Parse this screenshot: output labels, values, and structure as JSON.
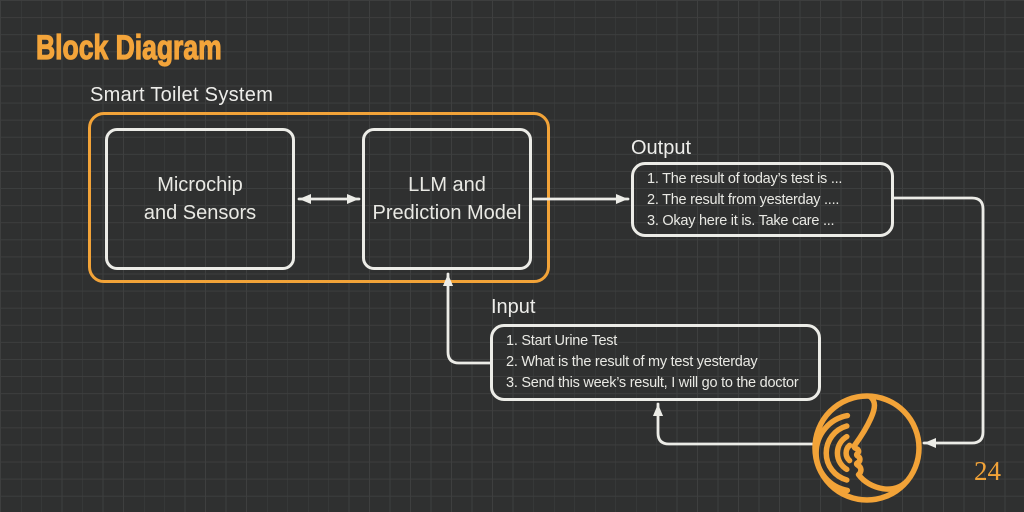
{
  "page": {
    "title": "Block Diagram",
    "page_number": "24"
  },
  "colors": {
    "background": "#2f3030",
    "grid_line": "#3e3f3f",
    "accent_orange": "#F2A338",
    "line_white": "#ECECE7",
    "text_white": "#E9E9E4"
  },
  "diagram": {
    "container_label": "Smart Toilet System",
    "nodes": {
      "microchip": {
        "line1": "Microchip",
        "line2": "and Sensors"
      },
      "llm": {
        "line1": "LLM and",
        "line2": "Prediction Model"
      }
    },
    "output": {
      "label": "Output",
      "items": [
        "1. The result of today’s test is ...",
        "2. The result from yesterday ....",
        "3. Okay here it is. Take care ..."
      ]
    },
    "input": {
      "label": "Input",
      "items": [
        "1. Start Urine Test",
        "2. What is the result of my test yesterday",
        "3. Send this week’s result, I will go to the doctor"
      ]
    },
    "icons": {
      "voice": "speaking-person-icon"
    }
  }
}
